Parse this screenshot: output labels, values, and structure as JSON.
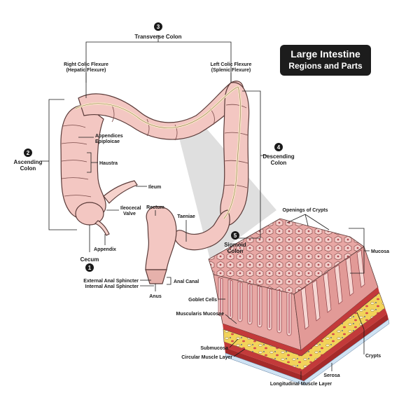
{
  "title": {
    "line1": "Large Intestine",
    "line2": "Regions and Parts"
  },
  "regions": {
    "transverse": {
      "number": "3",
      "label": "Transverse Colon"
    },
    "ascending": {
      "number": "2",
      "line1": "Ascending",
      "line2": "Colon"
    },
    "descending": {
      "number": "4",
      "line1": "Descending",
      "line2": "Colon"
    },
    "sigmoid": {
      "number": "5",
      "line1": "Sigmoid",
      "line2": "Colon"
    },
    "cecum": {
      "number": "1",
      "label": "Cecum"
    }
  },
  "labels": {
    "right_flexure_1": "Right Colic Flexure",
    "right_flexure_2": "(Hepatic Flexure)",
    "left_flexure_1": "Left Colic Flexure",
    "left_flexure_2": "(Splenic Flexure)",
    "appendices_1": "Appendices",
    "appendices_2": "Epiploicae",
    "haustra": "Haustra",
    "ileum": "Ileum",
    "ileocecal_1": "Ileocecal",
    "ileocecal_2": "Valve",
    "appendix": "Appendix",
    "rectum": "Rectum",
    "taeniae": "Taeniae",
    "anal_canal": "Anal Canal",
    "external_sphincter": "External Anal Sphincter",
    "internal_sphincter": "Internal Anal Sphincter",
    "anus": "Anus",
    "openings": "Openings of Crypts",
    "mucosa": "Mucosa",
    "goblet": "Goblet Cells",
    "muscularis_mucosae": "Muscularis Mucosae",
    "submucosa": "Submucosa",
    "circular": "Circular Muscle Layer",
    "serosa": "Serosa",
    "crypts": "Crypts",
    "longitudinal": "Longitudinal Muscle Layer"
  },
  "colors": {
    "colon_fill": "#f3c7c2",
    "colon_stroke": "#5a3a38",
    "mucosa": "#e8a7a4",
    "crypt_inner": "#a9324a",
    "submucosa": "#f2d35a",
    "muscle": "#c33a3a",
    "serosa": "#cfe2f3",
    "zoom_fill": "#d9d9d9"
  }
}
